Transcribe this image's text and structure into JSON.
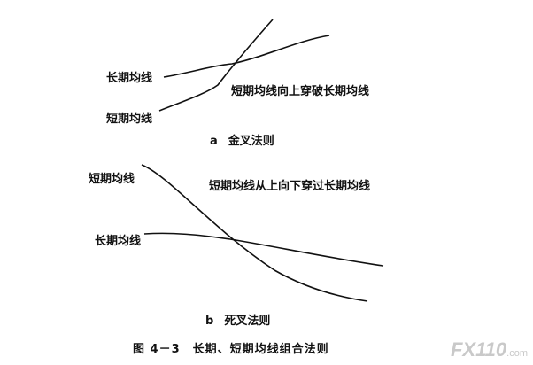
{
  "panel_a": {
    "long_label": "长期均线",
    "short_label": "短期均线",
    "annotation": "短期均线向上穿破长期均线",
    "caption_letter": "a",
    "caption_text": "金叉法则"
  },
  "panel_b": {
    "short_label": "短期均线",
    "long_label": "长期均线",
    "annotation": "短期均线从上向下穿过长期均线",
    "caption_letter": "b",
    "caption_text": "死叉法则"
  },
  "figure_caption": "图 4－3　长期、短期均线组合法则",
  "watermark": {
    "brand": "FX110",
    "domain": ".com"
  },
  "colors": {
    "line": "#111111",
    "text": "#111111",
    "watermark": "#c9c9c9"
  }
}
